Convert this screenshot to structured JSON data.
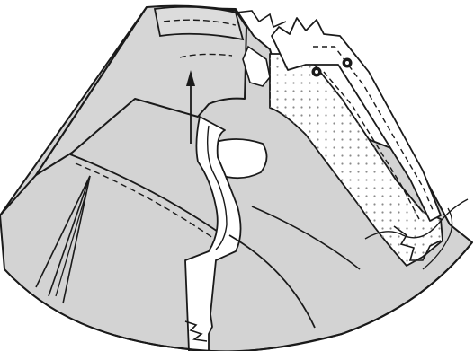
{
  "figure": {
    "kind": "sewing-illustration",
    "subject": "garment-sleeve-and-placket-construction"
  },
  "colors": {
    "background": "#ffffff",
    "fabric": "#d3d3d3",
    "fabric_light": "#e6e6e6",
    "interfacing": "#ffffff",
    "outline": "#1a1a1a",
    "dots": "#8a8a8a"
  },
  "features": {
    "stitching": "dashed",
    "notches": "zigzag",
    "buttons": 2,
    "cut_edges": "jagged"
  }
}
